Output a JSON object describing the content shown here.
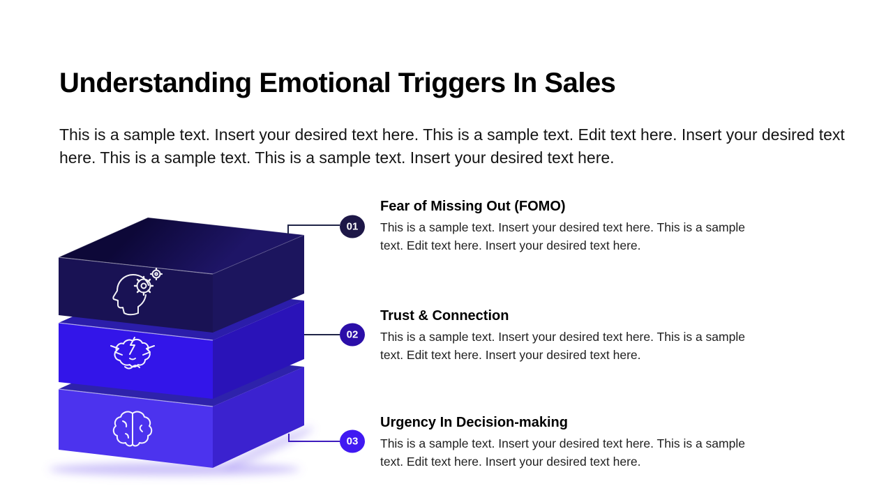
{
  "slide": {
    "title": "Understanding Emotional Triggers In Sales",
    "intro": "This is a sample text. Insert your desired text here. This is a sample text. Edit text here. Insert your desired text here. This is a sample text. This is a sample text. Insert your desired text here.",
    "items": [
      {
        "number": "01",
        "heading": "Fear of Missing Out (FOMO)",
        "body": "This is a sample text. Insert your desired text here. This is a sample text. Edit text here. Insert your desired text here.",
        "icon": "head-gears-icon",
        "accent": "#1d1747"
      },
      {
        "number": "02",
        "heading": "Trust & Connection",
        "body": "This is a sample text. Insert your desired text here. This is a sample text. Edit text here. Insert your desired text here.",
        "icon": "stressed-brain-icon",
        "accent": "#2b0ea8"
      },
      {
        "number": "03",
        "heading": "Urgency In Decision-making",
        "body": "This is a sample text. Insert your desired text here. This is a sample text. Edit text here. Insert your desired text here.",
        "icon": "brain-icon",
        "accent": "#4019f2"
      }
    ],
    "colors": {
      "background": "#ffffff",
      "text": "#000000",
      "box1_front": "#191254",
      "box1_top": "#120c48",
      "box1_side": "#1c155e",
      "box2_front": "#3315e9",
      "box2_top": "#2b1daa",
      "box2_side": "#2a13b8",
      "box3_front": "#4c33ee",
      "box3_top": "#2e22ab",
      "box3_side": "#3b22cf",
      "connector_dark": "#1f2447",
      "connector_violet": "#3d1bbd"
    }
  }
}
